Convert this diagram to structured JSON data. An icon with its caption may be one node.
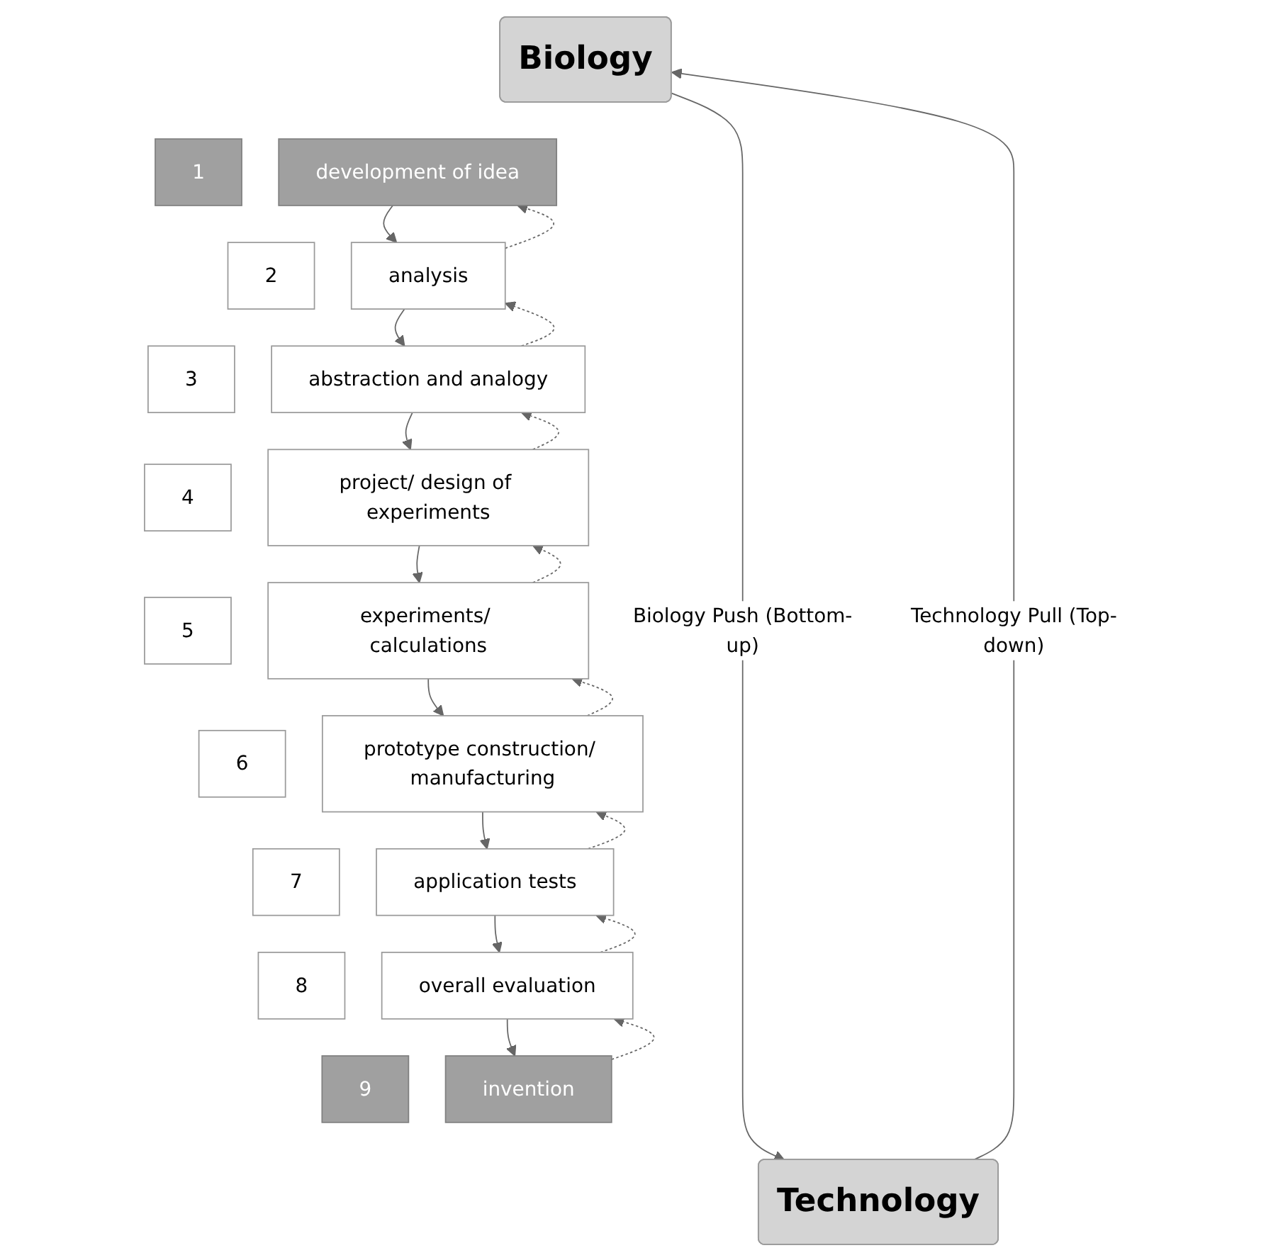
{
  "diagram": {
    "nodes": [
      {
        "text": [
          "Biology"
        ]
      },
      {
        "text": [
          "1"
        ]
      },
      {
        "text": [
          "development of idea"
        ]
      },
      {
        "text": [
          "2"
        ]
      },
      {
        "text": [
          "analysis"
        ]
      },
      {
        "text": [
          "3"
        ]
      },
      {
        "text": [
          "abstraction and analogy"
        ]
      },
      {
        "text": [
          "4"
        ]
      },
      {
        "text": [
          "project/ design of experiments"
        ]
      },
      {
        "text": [
          "5"
        ]
      },
      {
        "text": [
          "experiments/ calculations"
        ]
      },
      {
        "text": [
          "6"
        ]
      },
      {
        "text": [
          "prototype construction/ manufacturing"
        ]
      },
      {
        "text": [
          "7"
        ]
      },
      {
        "text": [
          "application tests"
        ]
      },
      {
        "text": [
          "8"
        ]
      },
      {
        "text": [
          "overall evaluation"
        ]
      },
      {
        "text": [
          "9"
        ]
      },
      {
        "text": [
          "invention"
        ]
      },
      {
        "text": [
          "Technology"
        ]
      }
    ],
    "edges": [
      {
        "from": 19,
        "to": 0,
        "arrow": "to",
        "label": "Technology Pull (Top-down)"
      },
      {
        "from": 0,
        "to": 19,
        "arrow": "to",
        "label": "Biology Push (Bottom-up)"
      },
      {
        "from": 2,
        "to": 4,
        "arrow": "to"
      },
      {
        "from": 4,
        "to": 2,
        "arrow": "to",
        "style": "dashed"
      },
      {
        "from": 4,
        "to": 6,
        "arrow": "to"
      },
      {
        "from": 6,
        "to": 4,
        "arrow": "to",
        "style": "dashed"
      },
      {
        "from": 6,
        "to": 8,
        "arrow": "to"
      },
      {
        "from": 8,
        "to": 6,
        "arrow": "to",
        "style": "dashed"
      },
      {
        "from": 8,
        "to": 10,
        "arrow": "to"
      },
      {
        "from": 10,
        "to": 8,
        "arrow": "to",
        "style": "dashed"
      },
      {
        "from": 10,
        "to": 12,
        "arrow": "to"
      },
      {
        "from": 12,
        "to": 10,
        "arrow": "to",
        "style": "dashed"
      },
      {
        "from": 12,
        "to": 14,
        "arrow": "to"
      },
      {
        "from": 14,
        "to": 12,
        "arrow": "to",
        "style": "dashed"
      },
      {
        "from": 14,
        "to": 16,
        "arrow": "to"
      },
      {
        "from": 16,
        "to": 14,
        "arrow": "to",
        "style": "dashed"
      },
      {
        "from": 16,
        "to": 18,
        "arrow": "to"
      },
      {
        "from": 18,
        "to": 16,
        "arrow": "to",
        "style": "dashed"
      }
    ]
  }
}
